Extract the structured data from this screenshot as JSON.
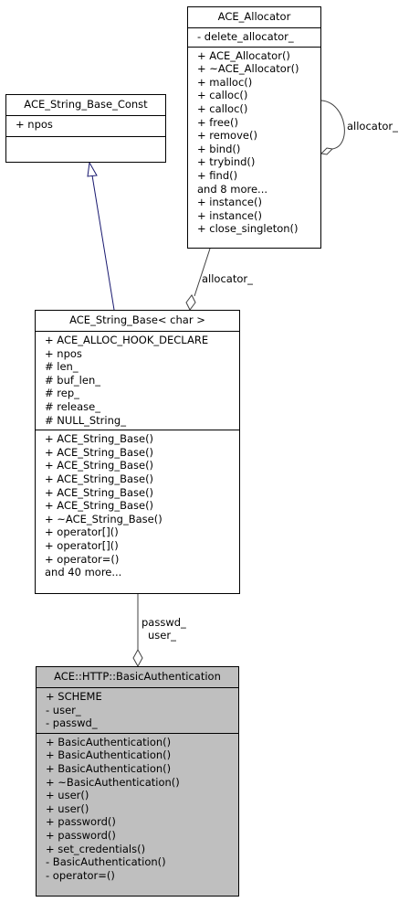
{
  "classes": {
    "allocator": {
      "name": "ACE_Allocator",
      "attributes": [
        "- delete_allocator_"
      ],
      "methods": [
        "+ ACE_Allocator()",
        "+ ~ACE_Allocator()",
        "+ malloc()",
        "+ calloc()",
        "+ calloc()",
        "+ free()",
        "+ remove()",
        "+ bind()",
        "+ trybind()",
        "+ find()",
        "and 8 more...",
        "+ instance()",
        "+ instance()",
        "+ close_singleton()"
      ]
    },
    "string_base_const": {
      "name": "ACE_String_Base_Const",
      "attributes": [
        "+ npos"
      ],
      "methods": []
    },
    "string_base": {
      "name": "ACE_String_Base< char >",
      "attributes": [
        "+ ACE_ALLOC_HOOK_DECLARE",
        "+ npos",
        "# len_",
        "# buf_len_",
        "# rep_",
        "# release_",
        "# NULL_String_"
      ],
      "methods": [
        "+ ACE_String_Base()",
        "+ ACE_String_Base()",
        "+ ACE_String_Base()",
        "+ ACE_String_Base()",
        "+ ACE_String_Base()",
        "+ ACE_String_Base()",
        "+ ~ACE_String_Base()",
        "+ operator[]()",
        "+ operator[]()",
        "+ operator=()",
        "and 40 more..."
      ]
    },
    "basic_auth": {
      "name": "ACE::HTTP::BasicAuthentication",
      "attributes": [
        "+ SCHEME",
        "- user_",
        "- passwd_"
      ],
      "methods": [
        "+ BasicAuthentication()",
        "+ BasicAuthentication()",
        "+ BasicAuthentication()",
        "+ ~BasicAuthentication()",
        "+ user()",
        "+ user()",
        "+ password()",
        "+ password()",
        "+ set_credentials()",
        "- BasicAuthentication()",
        "- operator=()"
      ]
    }
  },
  "edges": {
    "self_allocator_label": "allocator_",
    "allocator_label": "allocator_",
    "passwd_label": "passwd_",
    "user_label": "user_"
  },
  "colors": {
    "inheritance": "#191970",
    "composition": "#404040",
    "focus_fill": "#bfbfbf"
  }
}
